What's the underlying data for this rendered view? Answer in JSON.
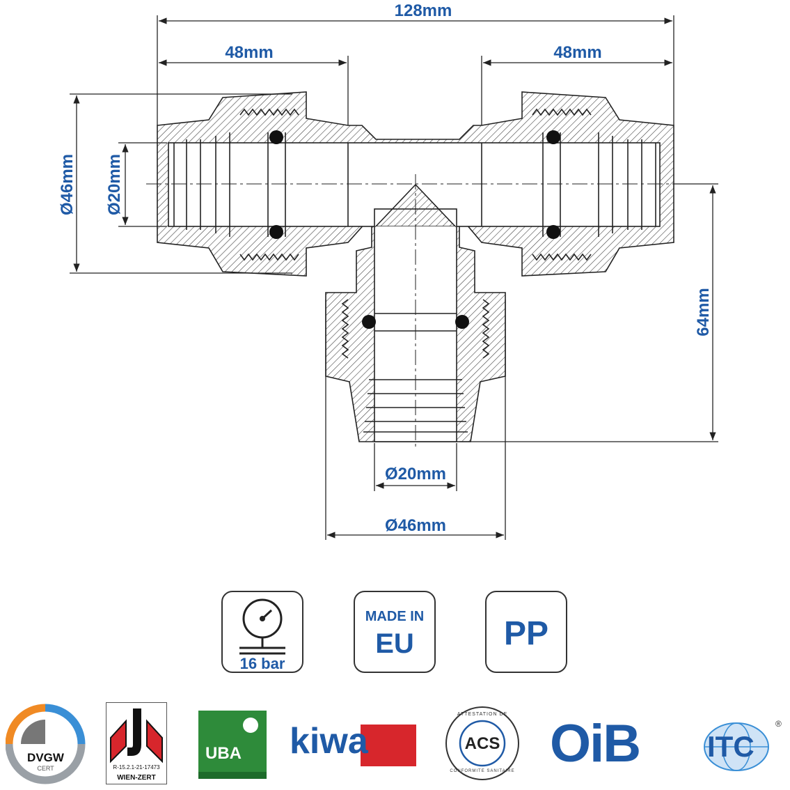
{
  "dimensions": {
    "overall_length": "128mm",
    "left_half": "48mm",
    "right_half": "48mm",
    "outer_diameter_side": "Ø46mm",
    "inner_diameter_side": "Ø20mm",
    "branch_height": "64mm",
    "branch_inner_diameter": "Ø20mm",
    "branch_outer_diameter": "Ø46mm"
  },
  "badges": {
    "pressure": {
      "icon": "pressure-gauge-icon",
      "label": "16 bar"
    },
    "origin": {
      "line1": "MADE IN",
      "line2": "EU"
    },
    "material": {
      "label": "PP"
    }
  },
  "certifications": {
    "dvgw": {
      "name": "DVGW",
      "sub": "CERT"
    },
    "wien": {
      "code": "R-15.2.1-21-17473",
      "name": "WIEN-ZERT"
    },
    "uba": {
      "name": "UBA"
    },
    "kiwa": {
      "name": "kiwa"
    },
    "acs": {
      "name": "ACS",
      "top": "ATTESTATION DE",
      "bottom": "CONFORMITE SANITAIRE"
    },
    "oib": {
      "name": "OiB"
    },
    "itc": {
      "name": "ITC",
      "mark": "®"
    }
  },
  "colors": {
    "dimension": "#1f5aa6",
    "line": "#222222",
    "uba_green": "#2e8b3a",
    "kiwa_red": "#d7262c",
    "acs_blue": "#1f5aa6"
  }
}
